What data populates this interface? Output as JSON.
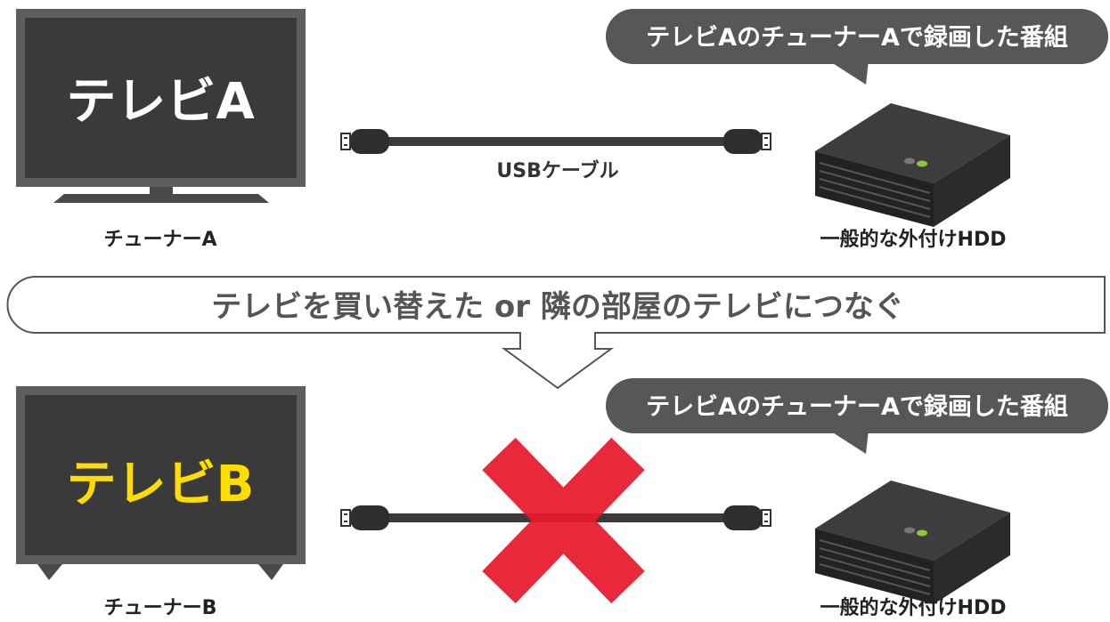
{
  "top": {
    "tv_label": "テレビA",
    "tuner_label": "チューナーA",
    "cable_label": "USBケーブル",
    "hdd_label": "一般的な外付けHDD",
    "bubble_text": "テレビAのチューナーAで録画した番組"
  },
  "banner": {
    "text": "テレビを買い替えた or 隣の部屋のテレビにつなぐ"
  },
  "bottom": {
    "tv_label": "テレビB",
    "tuner_label": "チューナーB",
    "hdd_label": "一般的な外付けHDD",
    "bubble_text": "テレビAのチューナーAで録画した番組"
  },
  "colors": {
    "tv_body": "#5e5e5e",
    "tv_screen": "#3a3a3a",
    "tv_text_top": "#ffffff",
    "tv_text_bottom": "#ffdd00",
    "bubble_fill": "#575757",
    "cross": "#e8192c",
    "hdd_led_1": "#777777",
    "hdd_led_2": "#8cc63f"
  }
}
